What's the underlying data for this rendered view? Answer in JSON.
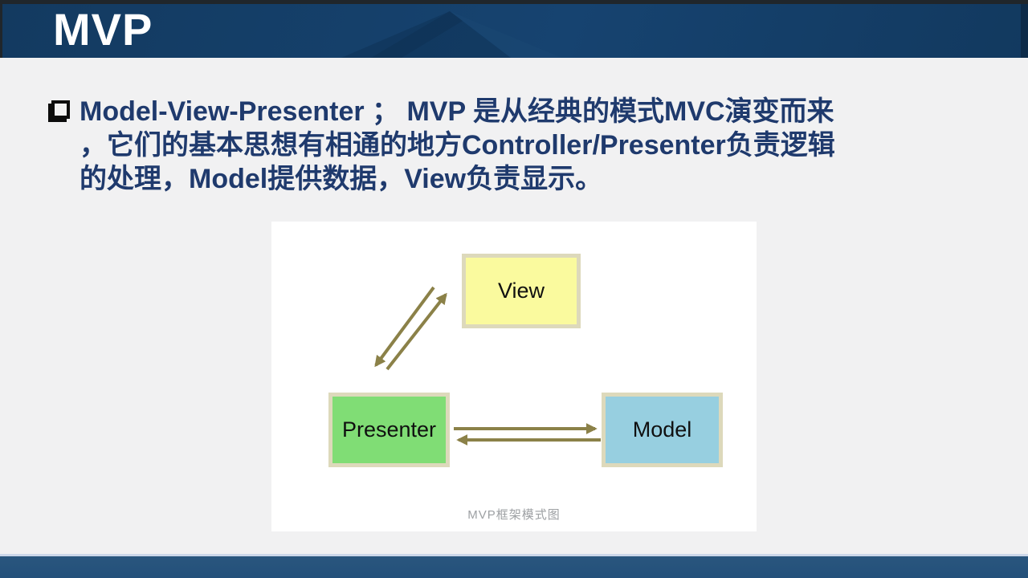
{
  "slide": {
    "title": "MVP",
    "bullet_lines": [
      "Model-View-Presenter ； MVP 是从经典的模式MVC演变而来",
      "，它们的基本思想有相通的地方Controller/Presenter负责逻辑",
      "的处理，Model提供数据，View负责显示。"
    ],
    "bullet_full_text": "Model-View-Presenter ； MVP 是从经典的模式MVC演变而来，它们的基本思想有相通的地方Controller/Presenter负责逻辑的处理，Model提供数据，View负责显示。"
  },
  "diagram": {
    "type": "flow",
    "nodes": [
      {
        "id": "view",
        "label": "View",
        "fill": "#fafa9e"
      },
      {
        "id": "presenter",
        "label": "Presenter",
        "fill": "#80dd75"
      },
      {
        "id": "model",
        "label": "Model",
        "fill": "#97cfe0"
      }
    ],
    "edges": [
      {
        "from": "presenter",
        "to": "view"
      },
      {
        "from": "view",
        "to": "presenter"
      },
      {
        "from": "presenter",
        "to": "model"
      },
      {
        "from": "model",
        "to": "presenter"
      }
    ],
    "caption": "MVP框架模式图",
    "arrow_color": "#8b8148"
  },
  "colors": {
    "header_bg": "#15406b",
    "footer_bg": "#26527b",
    "body_bg": "#f1f1f2",
    "text_blue": "#1f3a6d",
    "panel_bg": "#ffffff",
    "caption_gray": "#9da0a3",
    "node_border_tan": "#ddd9bb"
  }
}
